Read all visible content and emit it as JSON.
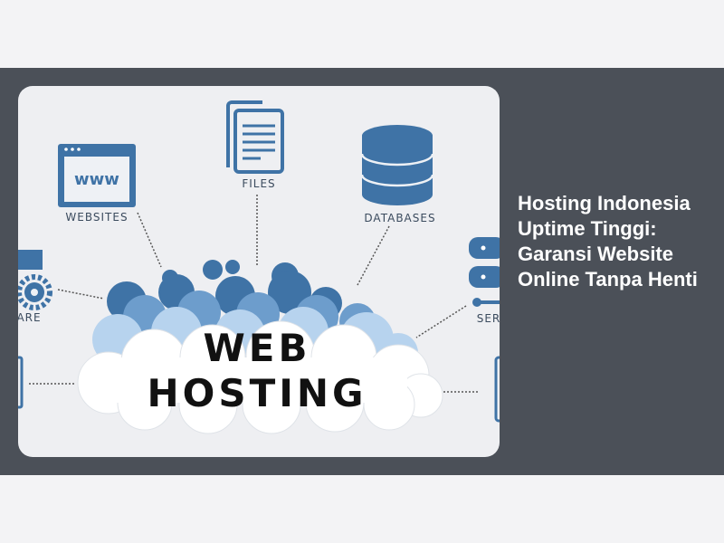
{
  "article": {
    "title": "Hosting Indonesia Uptime Tinggi: Garansi Website Online Tanpa Henti",
    "image": {
      "heading_line1": "WEB",
      "heading_line2": "HOSTING",
      "labels": {
        "websites": "WEBSITES",
        "files": "FILES",
        "databases": "DATABASES",
        "software_partial": "ARE",
        "servers_partial": "SER",
        "www": "www"
      }
    }
  },
  "colors": {
    "band": "#4b5058",
    "icon_blue": "#3f73a6",
    "background": "#f3f3f5"
  }
}
